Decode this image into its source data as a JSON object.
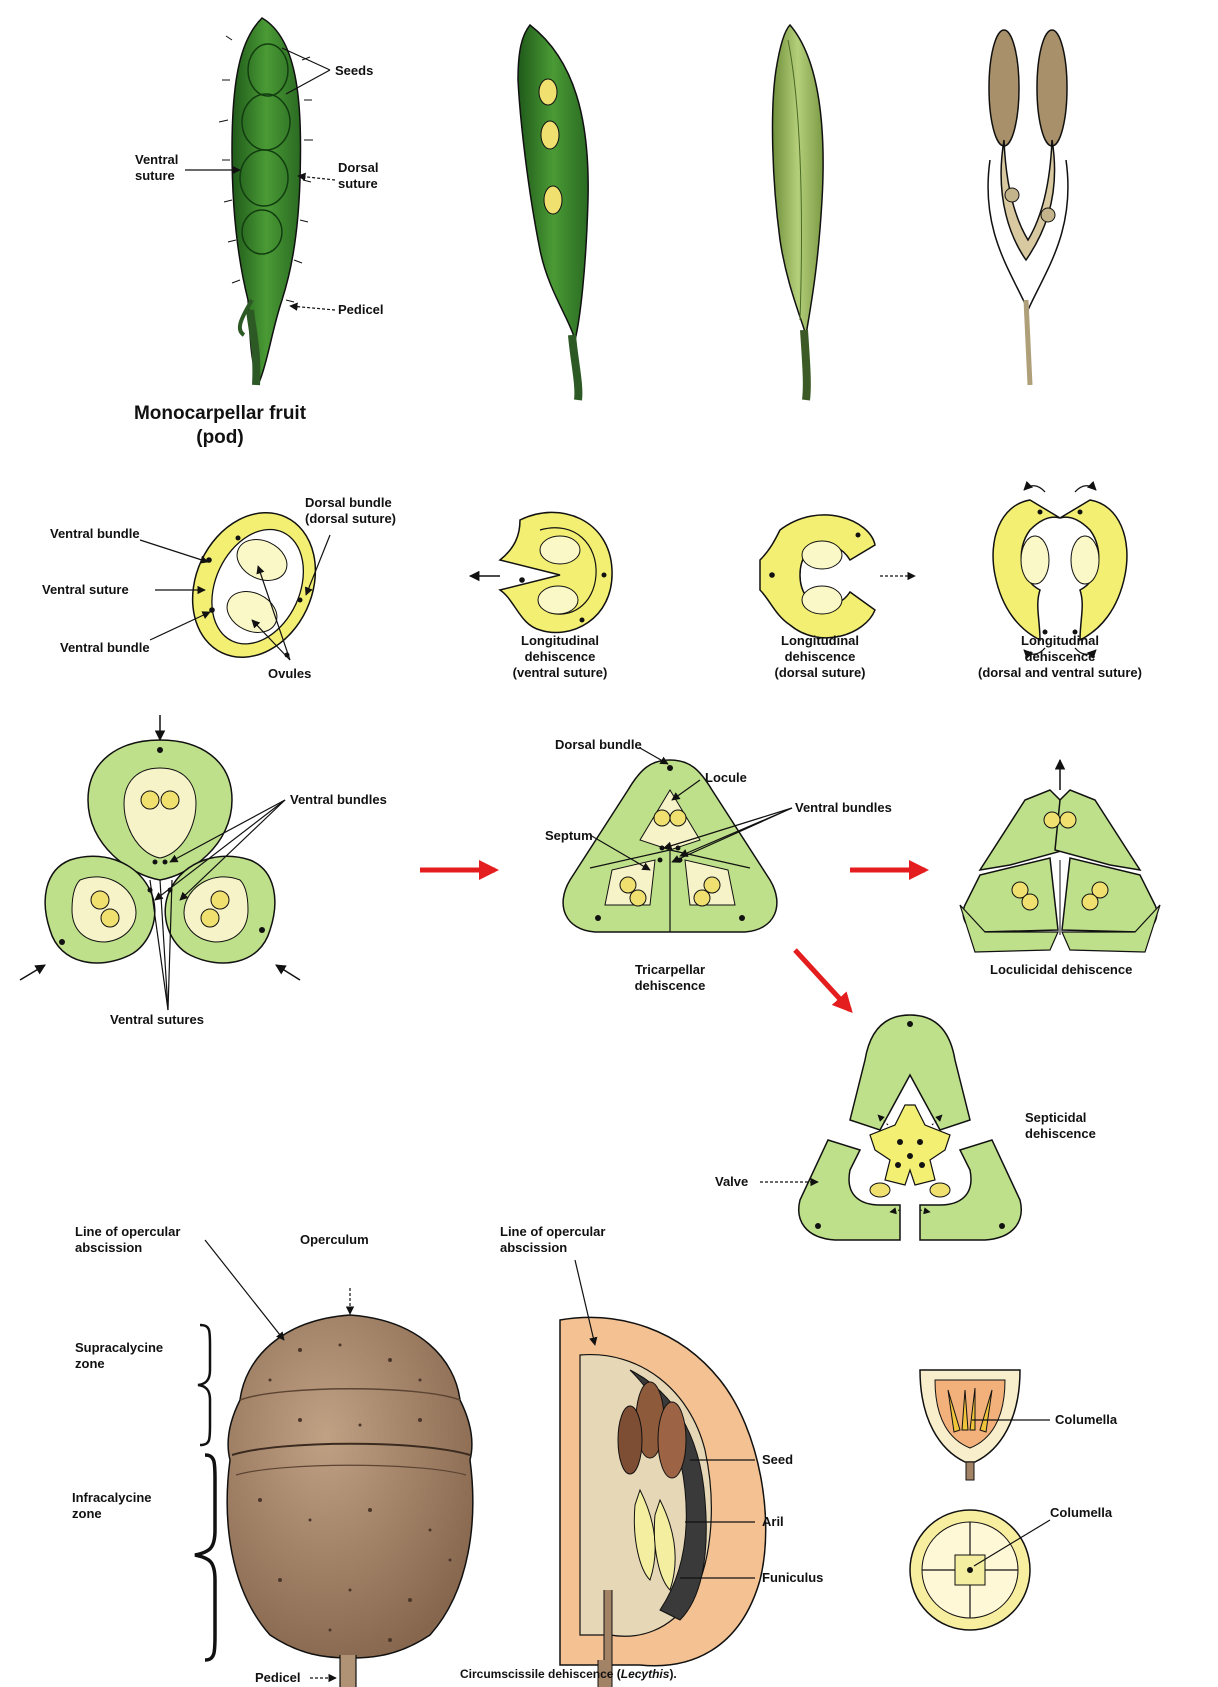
{
  "colors": {
    "pod_green": "#3f8f2e",
    "pod_green_dark": "#1f5a1a",
    "pod_light": "#a9c770",
    "pod_brown": "#b9a878",
    "section_yellow": "#f3ef73",
    "carpel_green": "#bfe08a",
    "seed_yellow": "#f0e070",
    "red_arrow": "#e41e1e",
    "fruit_brown": "#a4846a",
    "outline": "#1a1a1a"
  },
  "pod": {
    "label_seeds": "Seeds",
    "label_ventral_suture": "Ventral\nsuture",
    "label_dorsal_suture": "Dorsal\nsuture",
    "label_pedicel": "Pedicel",
    "caption": "Monocarpellar fruit\n(pod)"
  },
  "monocarpel_section": {
    "label_dorsal_bundle": "Dorsal bundle\n(dorsal suture)",
    "label_ventral_bundle_top": "Ventral bundle",
    "label_ventral_suture": "Ventral suture",
    "label_ventral_bundle_bottom": "Ventral bundle",
    "label_ovules": "Ovules"
  },
  "dehiscence": {
    "ventral": "Longitudinal\ndehiscence\n(ventral suture)",
    "dorsal": "Longitudinal\ndehiscence\n(dorsal suture)",
    "both": "Longitudinal\ndehiscence\n(dorsal and ventral suture)"
  },
  "tricarpel": {
    "label_ventral_bundles_left": "Ventral bundles",
    "label_ventral_sutures": "Ventral sutures",
    "label_dorsal_bundle": "Dorsal bundle",
    "label_locule": "Locule",
    "label_septum": "Septum",
    "label_ventral_bundles_mid": "Ventral bundles",
    "caption_mid": "Tricarpellar\ndehiscence",
    "caption_loculicidal": "Loculicidal dehiscence",
    "caption_septicidal": "Septicidal\ndehiscence",
    "label_valve": "Valve"
  },
  "pyxis": {
    "label_line_abscission_left": "Line of opercular\nabscission",
    "label_operculum": "Operculum",
    "label_supracalycine": "Supracalycine\nzone",
    "label_infracalycine": "Infracalycine\nzone",
    "label_pedicel": "Pedicel",
    "label_line_abscission_mid": "Line of opercular\nabscission",
    "label_seed": "Seed",
    "label_aril": "Aril",
    "label_funiculus": "Funiculus",
    "label_columella_top": "Columella",
    "label_columella_bottom": "Columella",
    "caption_prefix": "Circumscissile dehiscence (",
    "caption_genus": "Lecythis",
    "caption_suffix": ")."
  }
}
